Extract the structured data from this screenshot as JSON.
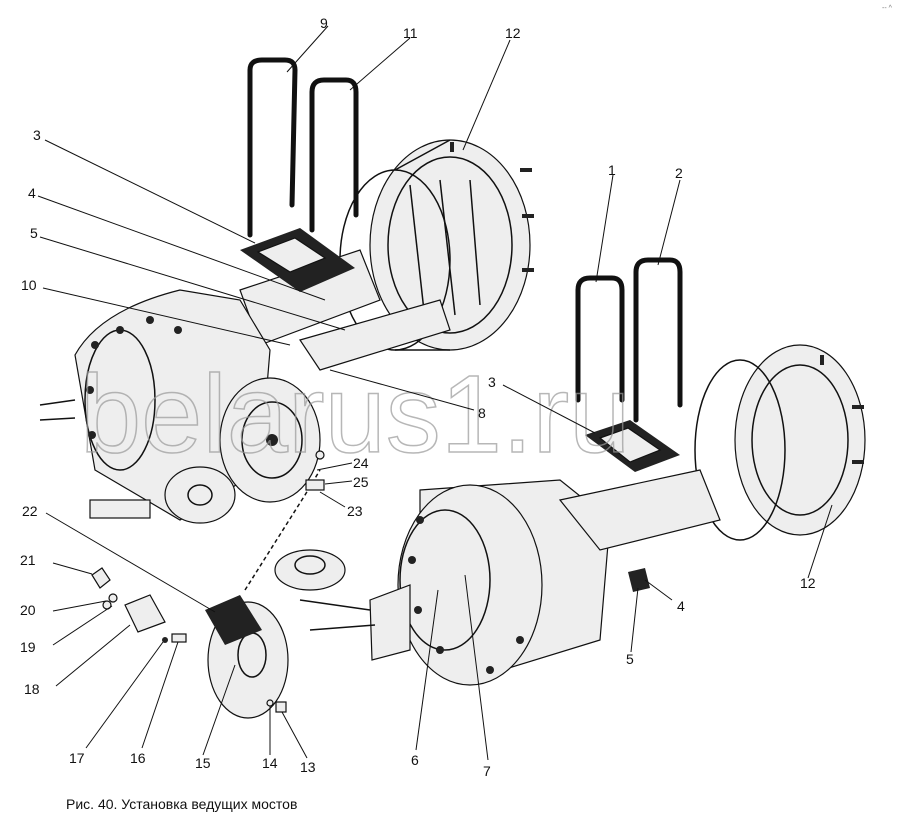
{
  "caption": "Рис. 40. Установка ведущих мостов",
  "watermark": "belarus1.ru",
  "callouts": [
    "1",
    "2",
    "3",
    "3",
    "4",
    "4",
    "5",
    "5",
    "6",
    "7",
    "8",
    "9",
    "10",
    "11",
    "12",
    "12",
    "13",
    "14",
    "15",
    "16",
    "17",
    "18",
    "19",
    "20",
    "21",
    "22",
    "23",
    "24",
    "25"
  ],
  "corner_mark": "-- ^"
}
